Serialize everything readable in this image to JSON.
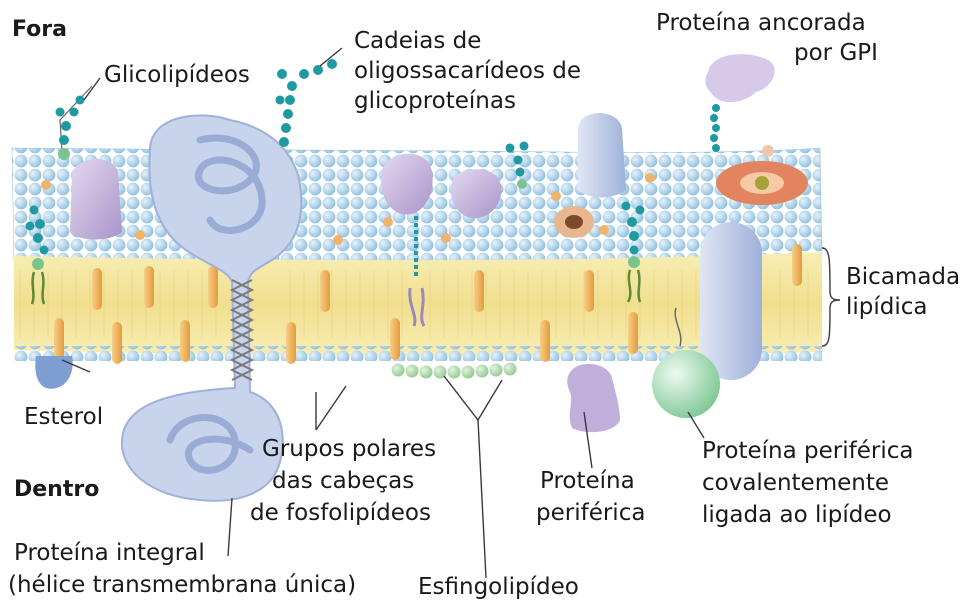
{
  "diagram": {
    "colors": {
      "bilayer_core": "#f3e49a",
      "head_blue": "#a9d0ea",
      "head_green": "#b6ddb4",
      "protein_purple": "#c9b8de",
      "protein_blue": "#b7c5e3",
      "sterol_orange": "#f2b35a",
      "glycan_teal": "#1f9aa3",
      "peripheral_green": "#a8dcb4",
      "gpi_protein": "#d7c9ea",
      "ring_protein": "#e38461"
    },
    "labels": {
      "outside": "Fora",
      "inside": "Dentro",
      "glycolipids": "Glicolipídeos",
      "oligo_line1": "Cadeias de",
      "oligo_line2": "oligossacarídeos de",
      "oligo_line3": "glicoproteínas",
      "gpi_line1": "Proteína ancorada",
      "gpi_line2": "por GPI",
      "bilayer_line1": "Bicamada",
      "bilayer_line2": "lipídica",
      "sterol": "Esterol",
      "polar_line1": "Grupos polares",
      "polar_line2": "das cabeças",
      "polar_line3": "de fosfolipídeos",
      "peripheral_line1": "Proteína",
      "peripheral_line2": "periférica",
      "covalent_line1": "Proteína periférica",
      "covalent_line2": "covalentemente",
      "covalent_line3": "ligada ao lipídeo",
      "integral_line1": "Proteína integral",
      "integral_line2": "(hélice transmembrana única)",
      "sphingolipid": "Esfingolipídeo"
    }
  }
}
